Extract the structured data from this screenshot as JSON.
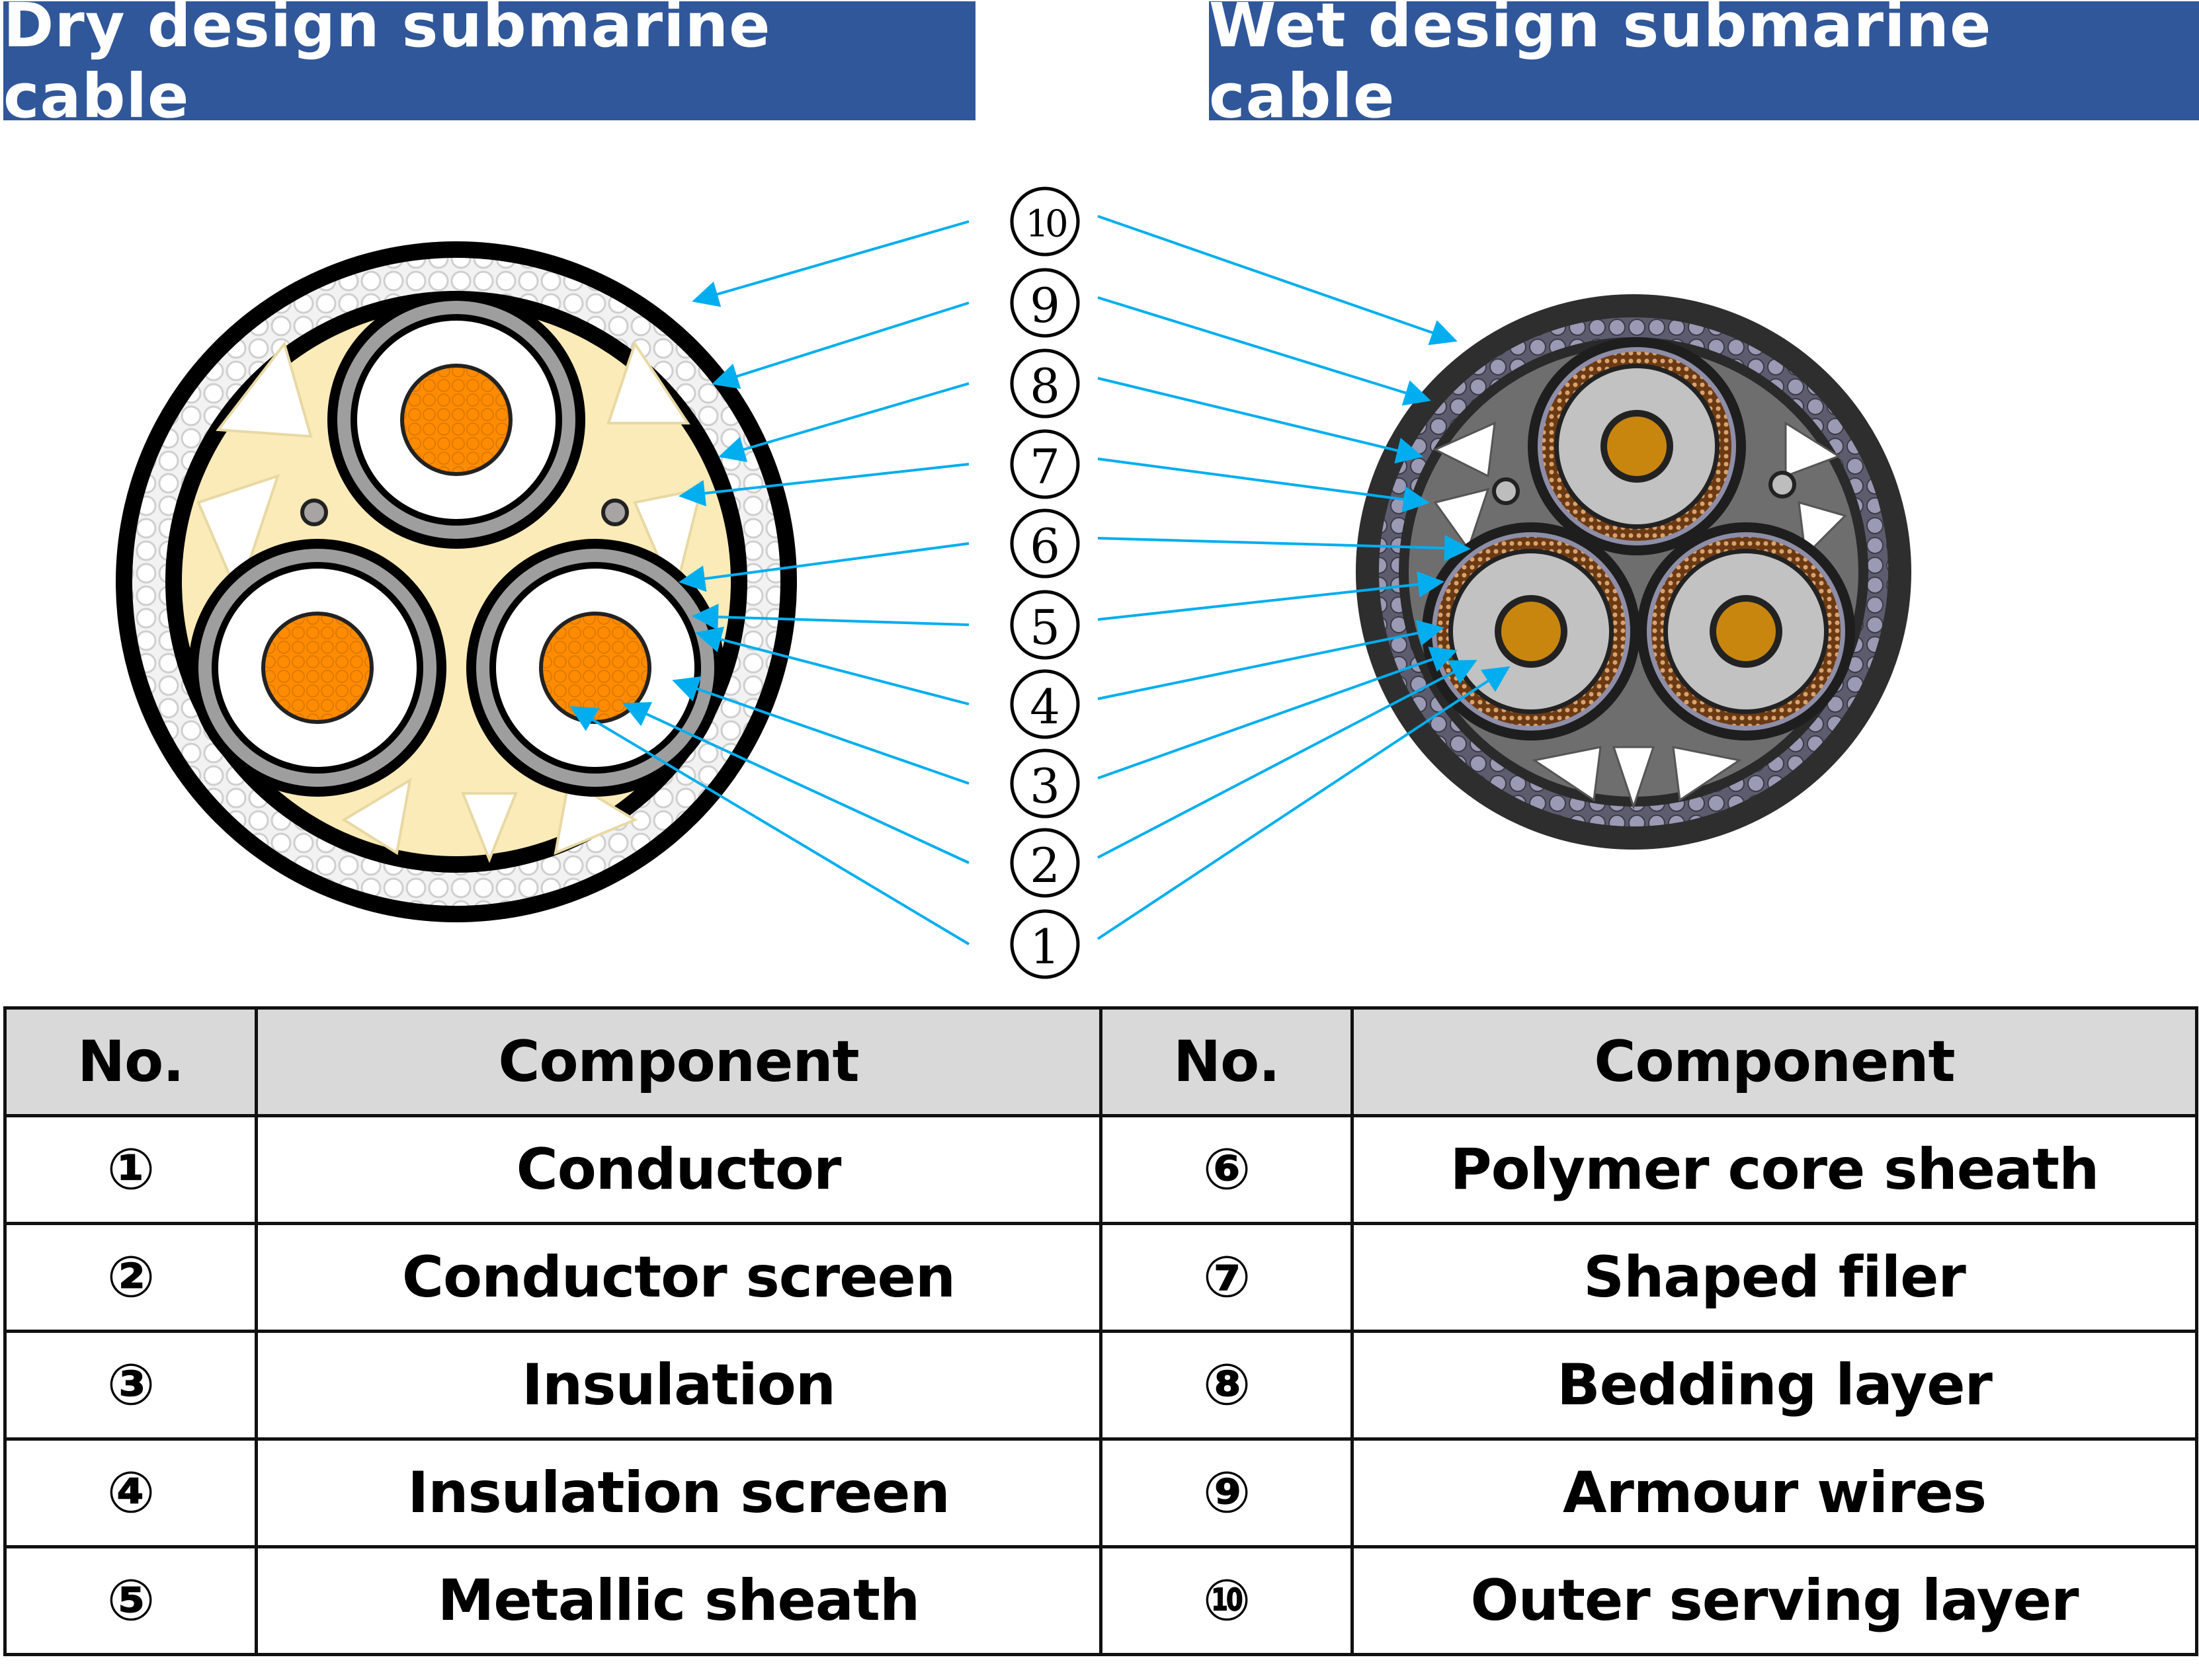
{
  "titles": {
    "dry": "Dry design submarine cable",
    "wet": "Wet design submarine cable"
  },
  "colors": {
    "header_bg": "#30579A",
    "arrow": "#00AEEF",
    "conductor_dry": "#FF8C00",
    "conductor_wet": "#C8860F",
    "filler_dry": "#FBEBB8",
    "table_header_bg": "#D9D9D9"
  },
  "callouts": [
    "⑩",
    "⑨",
    "⑧",
    "⑦",
    "⑥",
    "⑤",
    "④",
    "③",
    "②",
    "①"
  ],
  "callout_numbers": [
    "10",
    "9",
    "8",
    "7",
    "6",
    "5",
    "4",
    "3",
    "2",
    "1"
  ],
  "table": {
    "headers": [
      "No.",
      "Component",
      "No.",
      "Component"
    ],
    "rows": [
      {
        "no_left": "①",
        "comp_left": "Conductor",
        "no_right": "⑥",
        "comp_right": "Polymer core sheath"
      },
      {
        "no_left": "②",
        "comp_left": "Conductor screen",
        "no_right": "⑦",
        "comp_right": "Shaped filer"
      },
      {
        "no_left": "③",
        "comp_left": "Insulation",
        "no_right": "⑧",
        "comp_right": "Bedding layer"
      },
      {
        "no_left": "④",
        "comp_left": "Insulation screen",
        "no_right": "⑨",
        "comp_right": "Armour wires"
      },
      {
        "no_left": "⑤",
        "comp_left": "Metallic sheath",
        "no_right": "⑩",
        "comp_right": "Outer serving layer"
      }
    ]
  }
}
